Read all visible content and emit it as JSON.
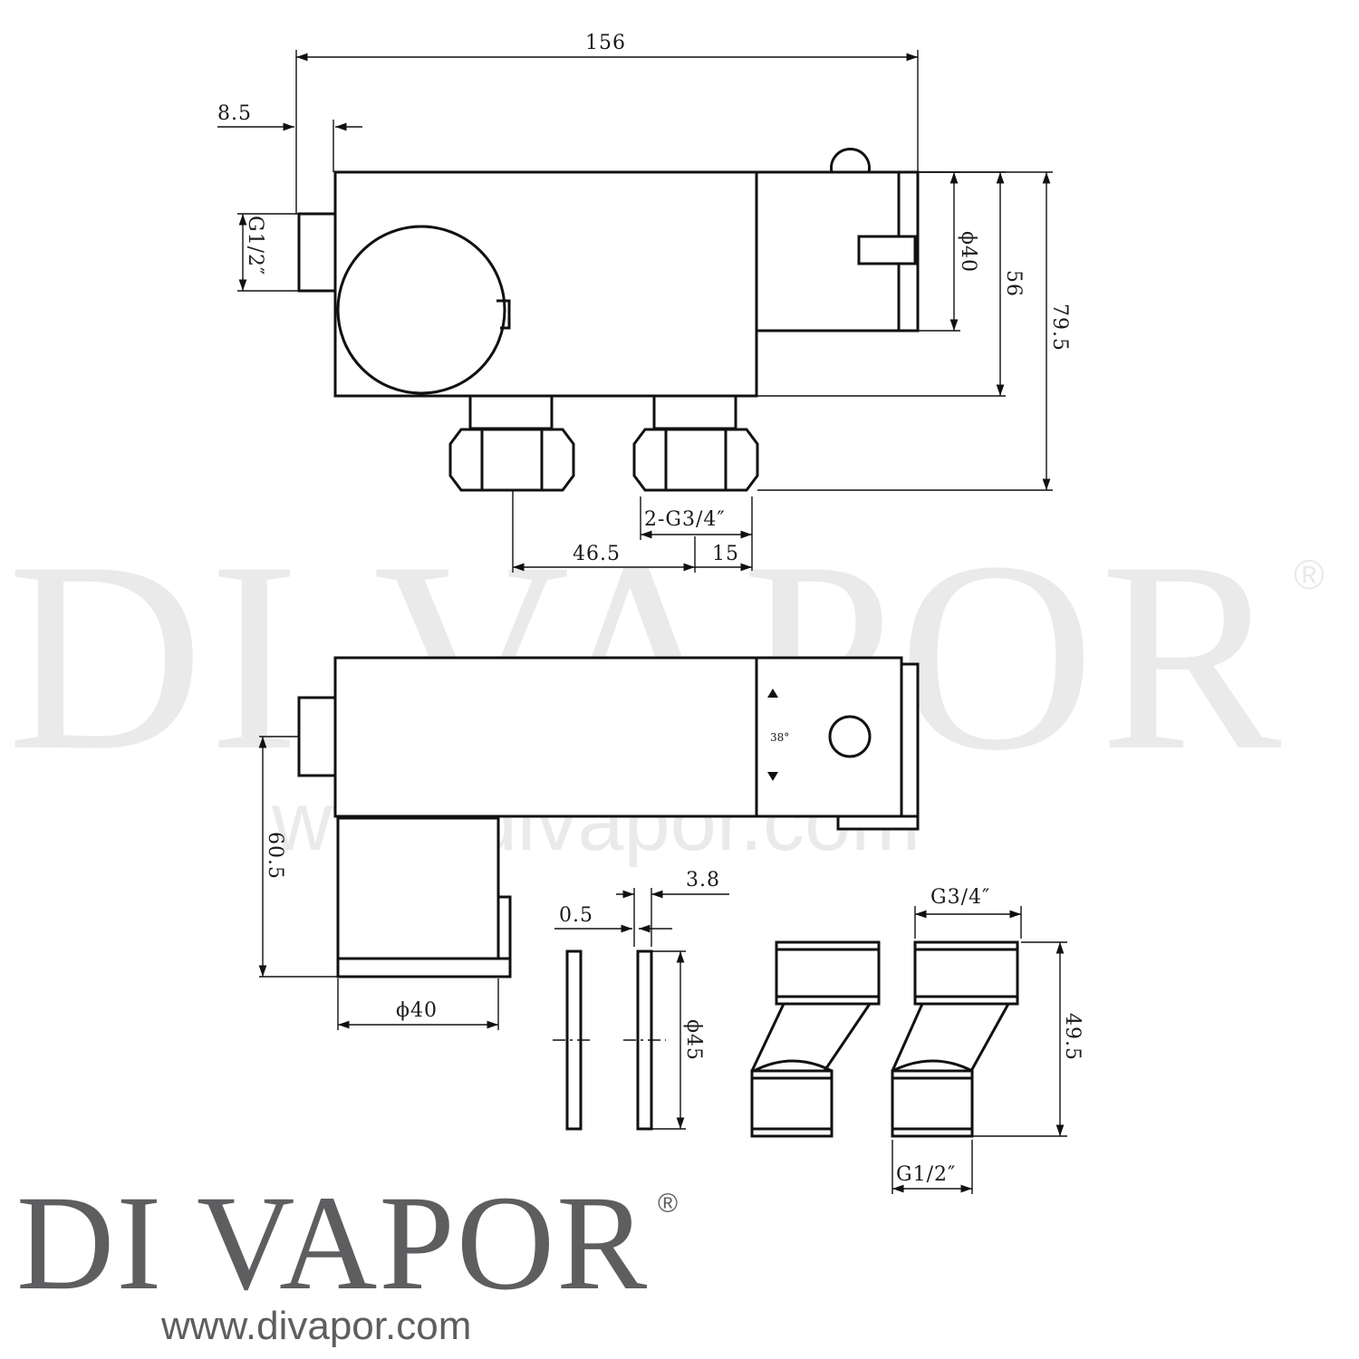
{
  "watermark": {
    "brand": "DI VAPOR",
    "registered": "®",
    "url": "www.divapor.com"
  },
  "logo": {
    "brand": "DI VAPOR",
    "registered": "®",
    "url": "www.divapor.com"
  },
  "dimensions": {
    "overall_length": "156",
    "inlet_offset": "8.5",
    "outlet_thread": "G1/2″",
    "handle_diameter": "ϕ40",
    "body_height": "56",
    "total_height": "79.5",
    "inlet_threads": "2-G3/4″",
    "inlet_spacing": "46.5",
    "inlet_edge": "15",
    "rotation_angle": "38°",
    "depth": "60.5",
    "bottom_diameter": "ϕ40",
    "washer_thick_a": "0.5",
    "washer_thick_b": "3.8",
    "washer_diameter": "ϕ45",
    "elbow_thread_top": "G3/4″",
    "elbow_height": "49.5",
    "elbow_thread_bottom": "G1/2″"
  }
}
